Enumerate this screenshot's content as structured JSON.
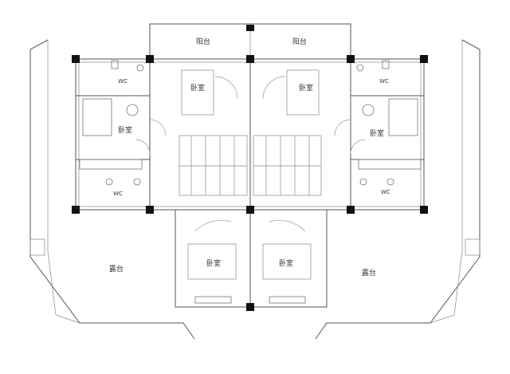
{
  "rooms": {
    "balcony_left": "阳台",
    "balcony_right": "阳台",
    "wc_top_left": "WC",
    "wc_top_right": "WC",
    "wc_bottom_left": "WC",
    "wc_bottom_right": "WC",
    "bedroom_top_left": "卧室",
    "bedroom_top_right": "卧室",
    "bedroom_mid_left": "卧室",
    "bedroom_mid_right": "卧室",
    "bedroom_bottom_left": "卧室",
    "bedroom_bottom_right": "卧室",
    "terrace_left": "露台",
    "terrace_right": "露台"
  }
}
